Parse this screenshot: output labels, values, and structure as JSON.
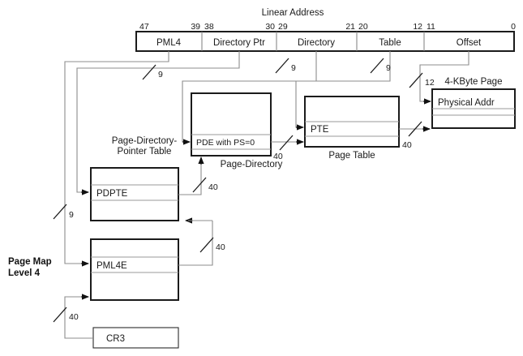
{
  "figure": {
    "title": "Linear Address",
    "side_label_line1": "Page Map",
    "side_label_line2": "Level 4"
  },
  "linear_address": {
    "title": "Linear Address",
    "fields": [
      {
        "name": "PML4",
        "hi": "47",
        "lo": "39"
      },
      {
        "name": "Directory Ptr",
        "hi": "38",
        "lo": "30"
      },
      {
        "name": "Directory",
        "hi": "29",
        "lo": "21"
      },
      {
        "name": "Table",
        "hi": "20",
        "lo": "12"
      },
      {
        "name": "Offset",
        "hi": "11",
        "lo": "0"
      }
    ]
  },
  "structures": {
    "page_directory_pointer_table": {
      "caption_line1": "Page-Directory-",
      "caption_line2": "Pointer Table",
      "entry": "PDPTE"
    },
    "page_directory": {
      "caption": "Page-Directory",
      "entry": "PDE with PS=0"
    },
    "page_table": {
      "caption": "Page Table",
      "entry": "PTE"
    },
    "four_kbyte_page": {
      "caption": "4-KByte Page",
      "entry": "Physical Addr"
    },
    "pml4_table": {
      "entry": "PML4E"
    },
    "control_register": {
      "entry": "CR3"
    }
  },
  "bus_widths": {
    "pml4_index": "9",
    "dir_ptr_index": "9",
    "directory_index": "9",
    "table_index": "9",
    "offset_width": "12",
    "cr3_base": "40",
    "pml4e_base": "40",
    "pdpte_base": "40",
    "pde_base": "40",
    "pte_base": "40"
  },
  "colors": {
    "ink": "#1b1b1b",
    "wire": "#8c8c8c",
    "divider": "#9a9a9a",
    "background": "#ffffff"
  }
}
